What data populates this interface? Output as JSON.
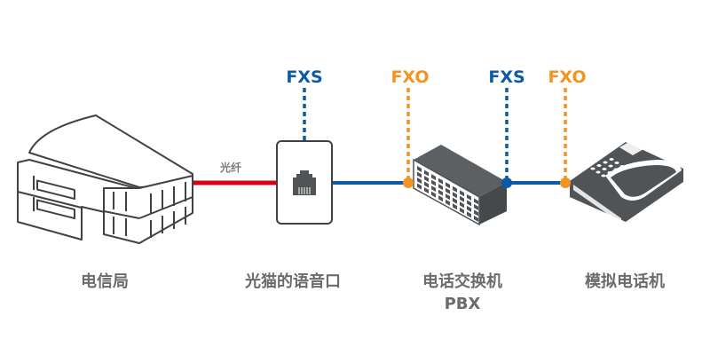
{
  "colors": {
    "fiber": "#d7000f",
    "line": "#0b5aa8",
    "fxs": "#0b5aa8",
    "fxo": "#f39324",
    "device": "#505456",
    "outline": "#3f4244",
    "label": "#6b6b6b"
  },
  "link_label": "光纤",
  "ports": [
    {
      "id": "fxs1",
      "label": "FXS",
      "type": "fxs"
    },
    {
      "id": "fxo1",
      "label": "FXO",
      "type": "fxo"
    },
    {
      "id": "fxs2",
      "label": "FXS",
      "type": "fxs"
    },
    {
      "id": "fxo2",
      "label": "FXO",
      "type": "fxo"
    }
  ],
  "nodes": [
    {
      "id": "telecom",
      "label": "电信局",
      "icon": "office-building-icon"
    },
    {
      "id": "modem",
      "label": "光猫的语音口",
      "icon": "rj11-wall-jack-icon"
    },
    {
      "id": "pbx",
      "label": "电话交换机",
      "sublabel": "PBX",
      "icon": "pbx-switch-icon"
    },
    {
      "id": "phone",
      "label": "模拟电话机",
      "icon": "desk-phone-icon"
    }
  ]
}
